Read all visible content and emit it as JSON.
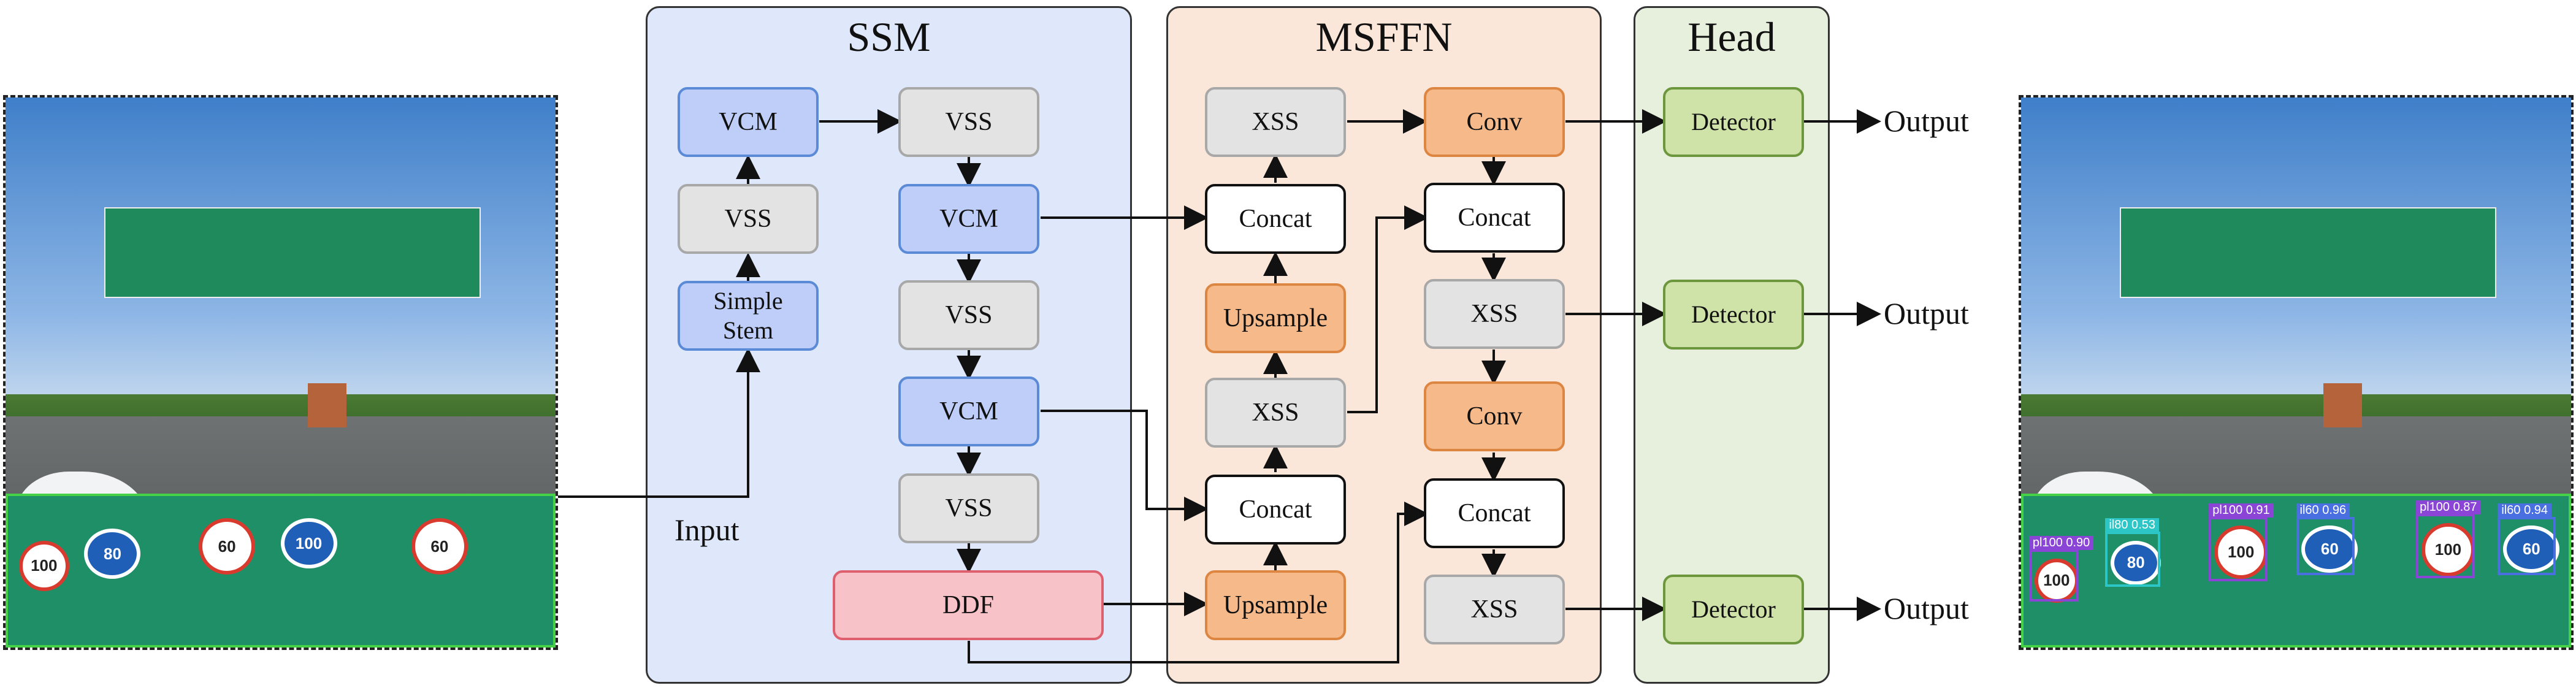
{
  "panels": {
    "ssm": "SSM",
    "msffn": "MSFFN",
    "head": "Head"
  },
  "ssm_nodes": {
    "vcm_left": "VCM",
    "vss_left": "VSS",
    "simple_stem_line1": "Simple",
    "simple_stem_line2": "Stem",
    "vss_1": "VSS",
    "vcm_1": "VCM",
    "vss_2": "VSS",
    "vcm_2": "VCM",
    "vss_3": "VSS",
    "ddf": "DDF"
  },
  "msffn_nodes": {
    "xss_top_left": "XSS",
    "concat_1": "Concat",
    "upsample_1": "Upsample",
    "xss_mid_left": "XSS",
    "concat_2": "Concat",
    "upsample_2": "Upsample",
    "conv_1": "Conv",
    "concat_3": "Concat",
    "xss_right_1": "XSS",
    "conv_2": "Conv",
    "concat_4": "Concat",
    "xss_right_2": "XSS"
  },
  "head_nodes": {
    "detector_1": "Detector",
    "detector_2": "Detector",
    "detector_3": "Detector"
  },
  "labels": {
    "input": "Input",
    "output_1": "Output",
    "output_2": "Output",
    "output_3": "Output"
  },
  "input_image": {
    "signs": [
      "100",
      "80",
      "60",
      "100",
      "60"
    ]
  },
  "output_image": {
    "detections": [
      {
        "label": "pl100 0.90"
      },
      {
        "label": "il80 0.53"
      },
      {
        "label": "pl100 0.91"
      },
      {
        "label": "il60 0.96"
      },
      {
        "label": "pl100 0.87"
      },
      {
        "label": "il60 0.94"
      }
    ],
    "signs": [
      "100",
      "80",
      "100",
      "60",
      "100",
      "60"
    ]
  },
  "colors": {
    "vcm": "#bfcef9",
    "vss": "#e3e3e3",
    "orange": "#f6b98a",
    "ddf": "#f7c3c9",
    "detector": "#cfe3a9",
    "ssm_panel": "#dfe7fb",
    "msffn_panel": "#fbe7da",
    "head_panel": "#e7efdd"
  }
}
